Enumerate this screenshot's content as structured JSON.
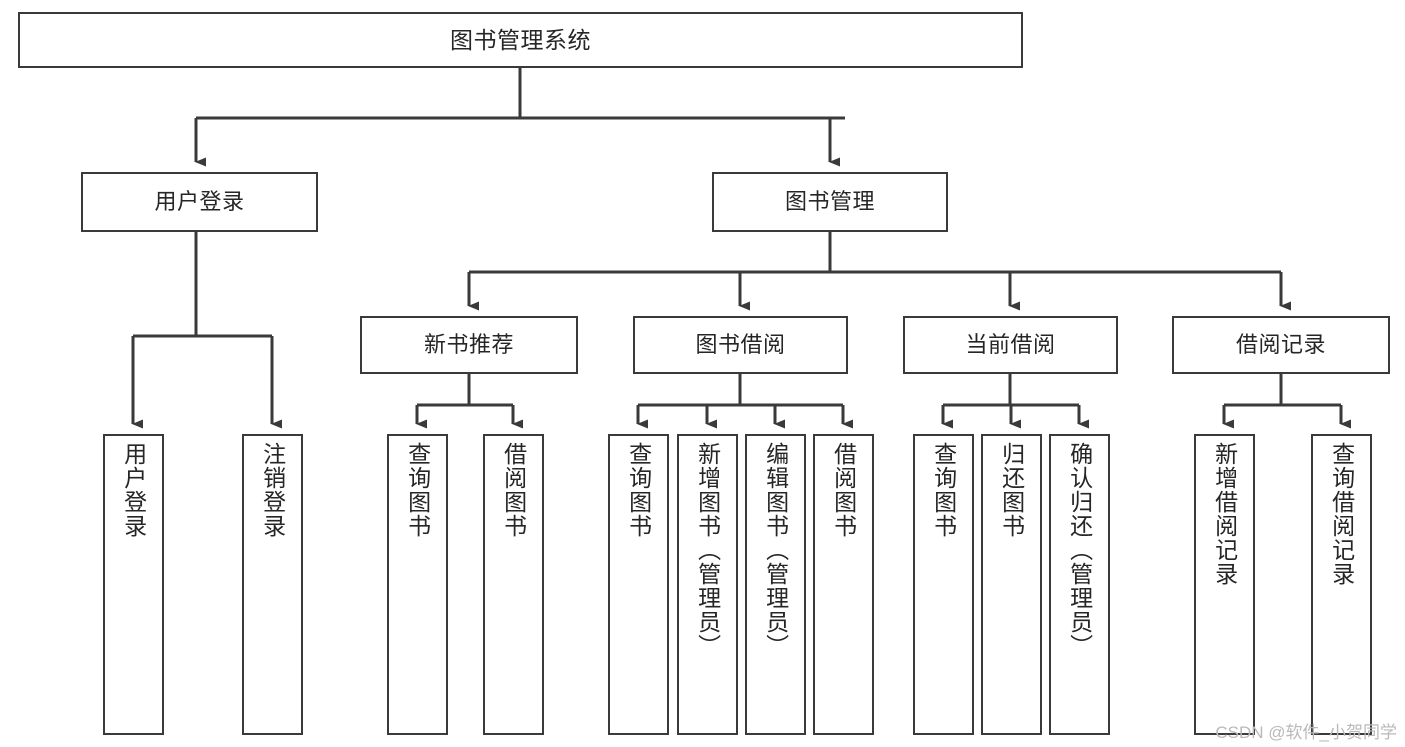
{
  "diagram": {
    "title": "图书管理系统",
    "type": "tree-hierarchy-chart",
    "colors": {
      "box_border": "#3a3a3a",
      "box_fill": "#ffffff",
      "edge": "#3a3a3a",
      "text": "#262626",
      "background": "#ffffff",
      "watermark": "#b9b9b9"
    }
  },
  "watermark": {
    "text": "CSDN @软件_小贺同学"
  },
  "nodes": {
    "root": {
      "label": "图书管理系统"
    },
    "level1": [
      {
        "id": "user-login",
        "label": "用户登录"
      },
      {
        "id": "book-management",
        "label": "图书管理"
      }
    ],
    "level2": [
      {
        "id": "new-book-recommend",
        "label": "新书推荐"
      },
      {
        "id": "book-borrow",
        "label": "图书借阅"
      },
      {
        "id": "current-borrow",
        "label": "当前借阅"
      },
      {
        "id": "borrow-record",
        "label": "借阅记录"
      }
    ],
    "leaves": {
      "user_login": [
        {
          "id": "leaf-user-login",
          "label": "用户登录"
        },
        {
          "id": "leaf-user-logout",
          "label": "注销登录"
        }
      ],
      "new_book_recommend": [
        {
          "id": "leaf-query-book-1",
          "label": "查询图书"
        },
        {
          "id": "leaf-borrow-book-1",
          "label": "借阅图书"
        }
      ],
      "book_borrow": [
        {
          "id": "leaf-query-book-2",
          "label": "查询图书"
        },
        {
          "id": "leaf-add-book",
          "label": "新增图书（管理员）"
        },
        {
          "id": "leaf-edit-book",
          "label": "编辑图书（管理员）"
        },
        {
          "id": "leaf-borrow-book-2",
          "label": "借阅图书"
        }
      ],
      "current_borrow": [
        {
          "id": "leaf-query-book-3",
          "label": "查询图书"
        },
        {
          "id": "leaf-return-book",
          "label": "归还图书"
        },
        {
          "id": "leaf-confirm-return",
          "label": "确认归还（管理员）"
        }
      ],
      "borrow_record": [
        {
          "id": "leaf-add-record",
          "label": "新增借阅记录"
        },
        {
          "id": "leaf-query-record",
          "label": "查询借阅记录"
        }
      ]
    }
  },
  "edges": [
    {
      "from": "图书管理系统",
      "to": "用户登录"
    },
    {
      "from": "图书管理系统",
      "to": "图书管理"
    },
    {
      "from": "用户登录",
      "to": "用户登录"
    },
    {
      "from": "用户登录",
      "to": "注销登录"
    },
    {
      "from": "图书管理",
      "to": "新书推荐"
    },
    {
      "from": "图书管理",
      "to": "图书借阅"
    },
    {
      "from": "图书管理",
      "to": "当前借阅"
    },
    {
      "from": "图书管理",
      "to": "借阅记录"
    },
    {
      "from": "新书推荐",
      "to": "查询图书"
    },
    {
      "from": "新书推荐",
      "to": "借阅图书"
    },
    {
      "from": "图书借阅",
      "to": "查询图书"
    },
    {
      "from": "图书借阅",
      "to": "新增图书（管理员）"
    },
    {
      "from": "图书借阅",
      "to": "编辑图书（管理员）"
    },
    {
      "from": "图书借阅",
      "to": "借阅图书"
    },
    {
      "from": "当前借阅",
      "to": "查询图书"
    },
    {
      "from": "当前借阅",
      "to": "归还图书"
    },
    {
      "from": "当前借阅",
      "to": "确认归还（管理员）"
    },
    {
      "from": "借阅记录",
      "to": "新增借阅记录"
    },
    {
      "from": "借阅记录",
      "to": "查询借阅记录"
    }
  ]
}
